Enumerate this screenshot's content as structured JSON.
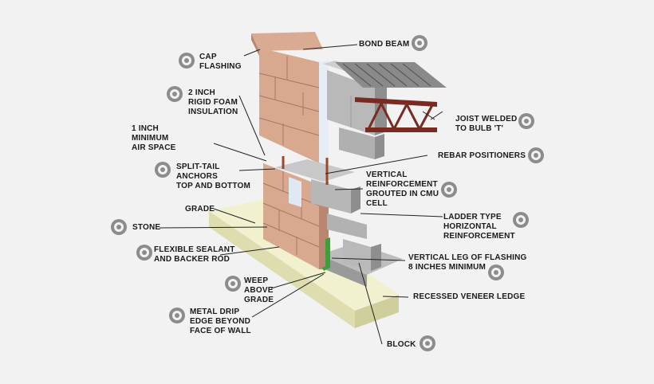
{
  "labels": {
    "cap_flashing": "CAP\nFLASHING",
    "bond_beam": "BOND BEAM",
    "rigid_foam": "2 INCH\nRIGID FOAM\nINSULATION",
    "air_space": "1 INCH\nMINIMUM\nAIR SPACE",
    "joist": "JOIST WELDED\nTO BULB 'T'",
    "rebar_positioners": "REBAR POSITIONERS",
    "split_tail": "SPLIT-TAIL\nANCHORS\nTOP AND BOTTOM",
    "vertical_reinforcement": "VERTICAL\nREINFORCEMENT\nGROUTED IN CMU\nCELL",
    "grade": "GRADE",
    "stone": "STONE",
    "ladder": "LADDER TYPE\nHORIZONTAL\nREINFORCEMENT",
    "sealant": "FLEXIBLE SEALANT\nAND BACKER ROD",
    "vertical_leg": "VERTICAL LEG OF FLASHING\n8 INCHES MINIMUM",
    "weep": "WEEP\nABOVE\nGRADE",
    "recessed": "RECESSED VENEER LEDGE",
    "drip_edge": "METAL DRIP\nEDGE BEYOND\nFACE OF WALL",
    "block": "BLOCK"
  },
  "colors": {
    "stone": "#d8a88f",
    "stone_dark": "#b98670",
    "block": "#b9b9b9",
    "block_dark": "#8e8e8e",
    "foundation": "#eeeec8",
    "steel": "#7a2a20",
    "deck": "#6f6f6f",
    "flashing": "#3f9d3a",
    "hotspot": "#8c8c8c"
  },
  "icons": {
    "hotspot": "target-circle-icon"
  }
}
